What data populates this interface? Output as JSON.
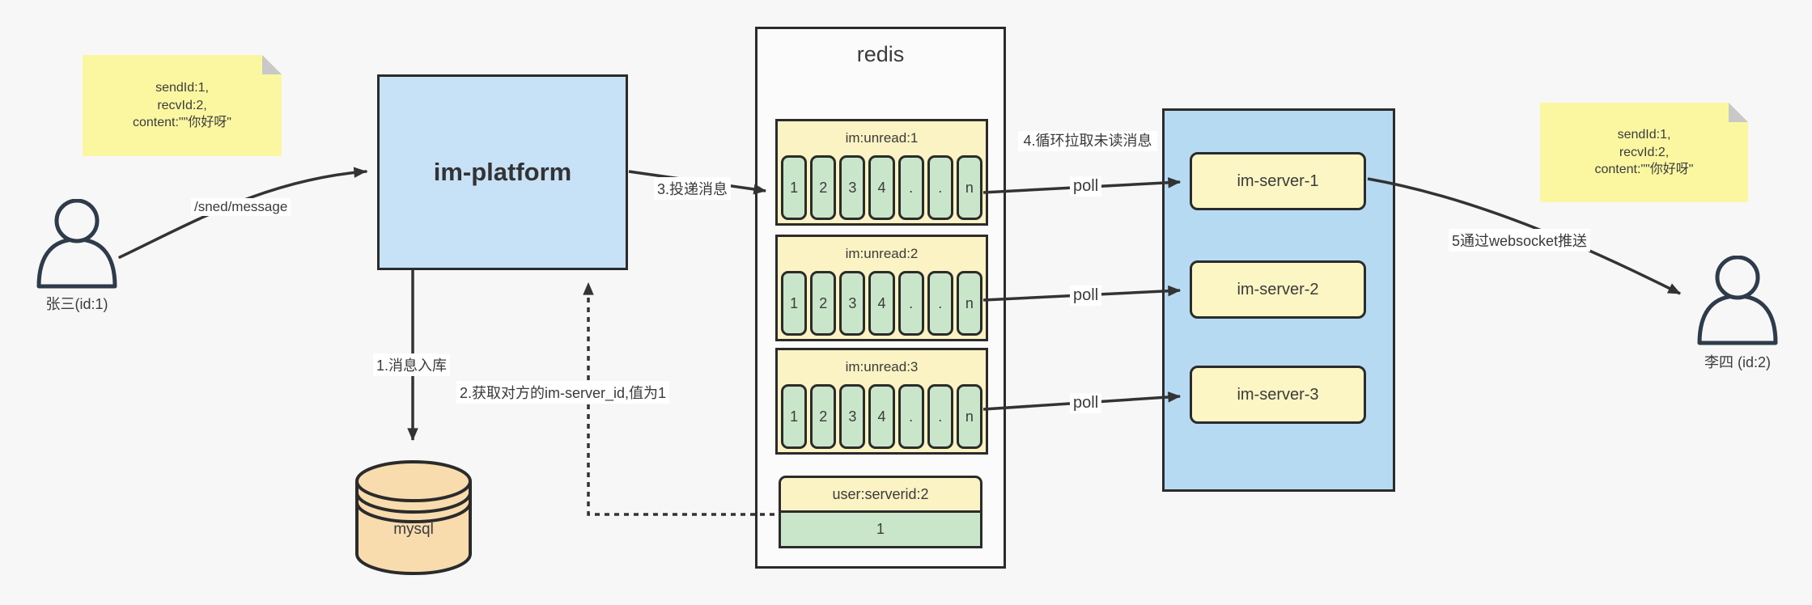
{
  "notes": {
    "left": {
      "lines": [
        "sendId:1,",
        "recvId:2,",
        "content:\"\"你好呀\""
      ]
    },
    "right": {
      "lines": [
        "sendId:1,",
        "recvId:2,",
        "content:\"\"你好呀\""
      ]
    }
  },
  "actors": {
    "sender": {
      "label": "张三(id:1)"
    },
    "receiver": {
      "label": "李四 (id:2)"
    }
  },
  "platform": {
    "label": "im-platform"
  },
  "database": {
    "label": "mysql"
  },
  "redis": {
    "title": "redis",
    "queues": [
      {
        "name": "im:unread:1",
        "cells": [
          "1",
          "2",
          "3",
          "4",
          ".",
          ".",
          "n"
        ]
      },
      {
        "name": "im:unread:2",
        "cells": [
          "1",
          "2",
          "3",
          "4",
          ".",
          ".",
          "n"
        ]
      },
      {
        "name": "im:unread:3",
        "cells": [
          "1",
          "2",
          "3",
          "4",
          ".",
          ".",
          "n"
        ]
      }
    ],
    "kv": {
      "key": "user:serverid:2",
      "value": "1"
    }
  },
  "cluster": {
    "servers": [
      {
        "label": "im-server-1"
      },
      {
        "label": "im-server-2"
      },
      {
        "label": "im-server-3"
      }
    ]
  },
  "labels": {
    "send_api": "/sned/message",
    "step1": "1.消息入库",
    "step2": "2.获取对方的im-server_id,值为1",
    "step3": "3.投递消息",
    "step4": "4.循环拉取未读消息",
    "step5": "5通过websocket推送",
    "poll1": "poll",
    "poll2": "poll",
    "poll3": "poll"
  },
  "colors": {
    "platform_fill": "#c7e1f7",
    "cluster_fill": "#b7daf3",
    "note_fill": "#fbf7a1",
    "queue_header_fill": "#fbf3c3",
    "cell_fill": "#c9e6ca",
    "server_fill": "#fcf6c4",
    "mysql_fill": "#f8dcae",
    "border": "#2b2b2b",
    "arrow": "#333333"
  }
}
